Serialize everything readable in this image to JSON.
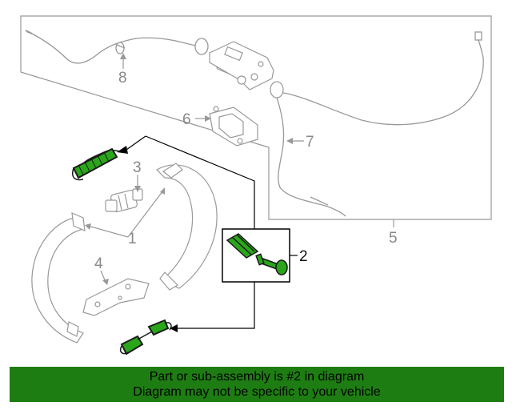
{
  "callouts": {
    "c1": "1",
    "c2": "2",
    "c3": "3",
    "c4": "4",
    "c5": "5",
    "c6": "6",
    "c7": "7",
    "c8": "8"
  },
  "colors": {
    "highlight": "#2aa61a",
    "banner": "#1e7d12",
    "line": "#999999"
  },
  "banner": {
    "line1": "Part or sub-assembly is #2 in diagram",
    "line2": "Diagram may not be specific to your vehicle"
  }
}
